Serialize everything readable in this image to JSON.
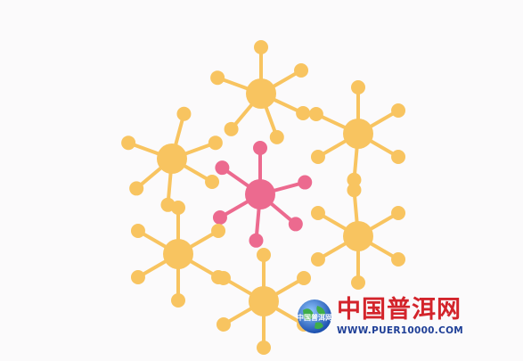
{
  "illustration": {
    "colors": {
      "background": "#fbfafb",
      "orange": "#f8c460",
      "pink": "#ec6a8f"
    }
  },
  "watermark": {
    "site_name": "中国普洱网",
    "globe_label": "中国普洱网",
    "url": "WWW.PUER10000.COM",
    "colors": {
      "red": "#d3242b",
      "blue": "#1f3f97"
    }
  }
}
